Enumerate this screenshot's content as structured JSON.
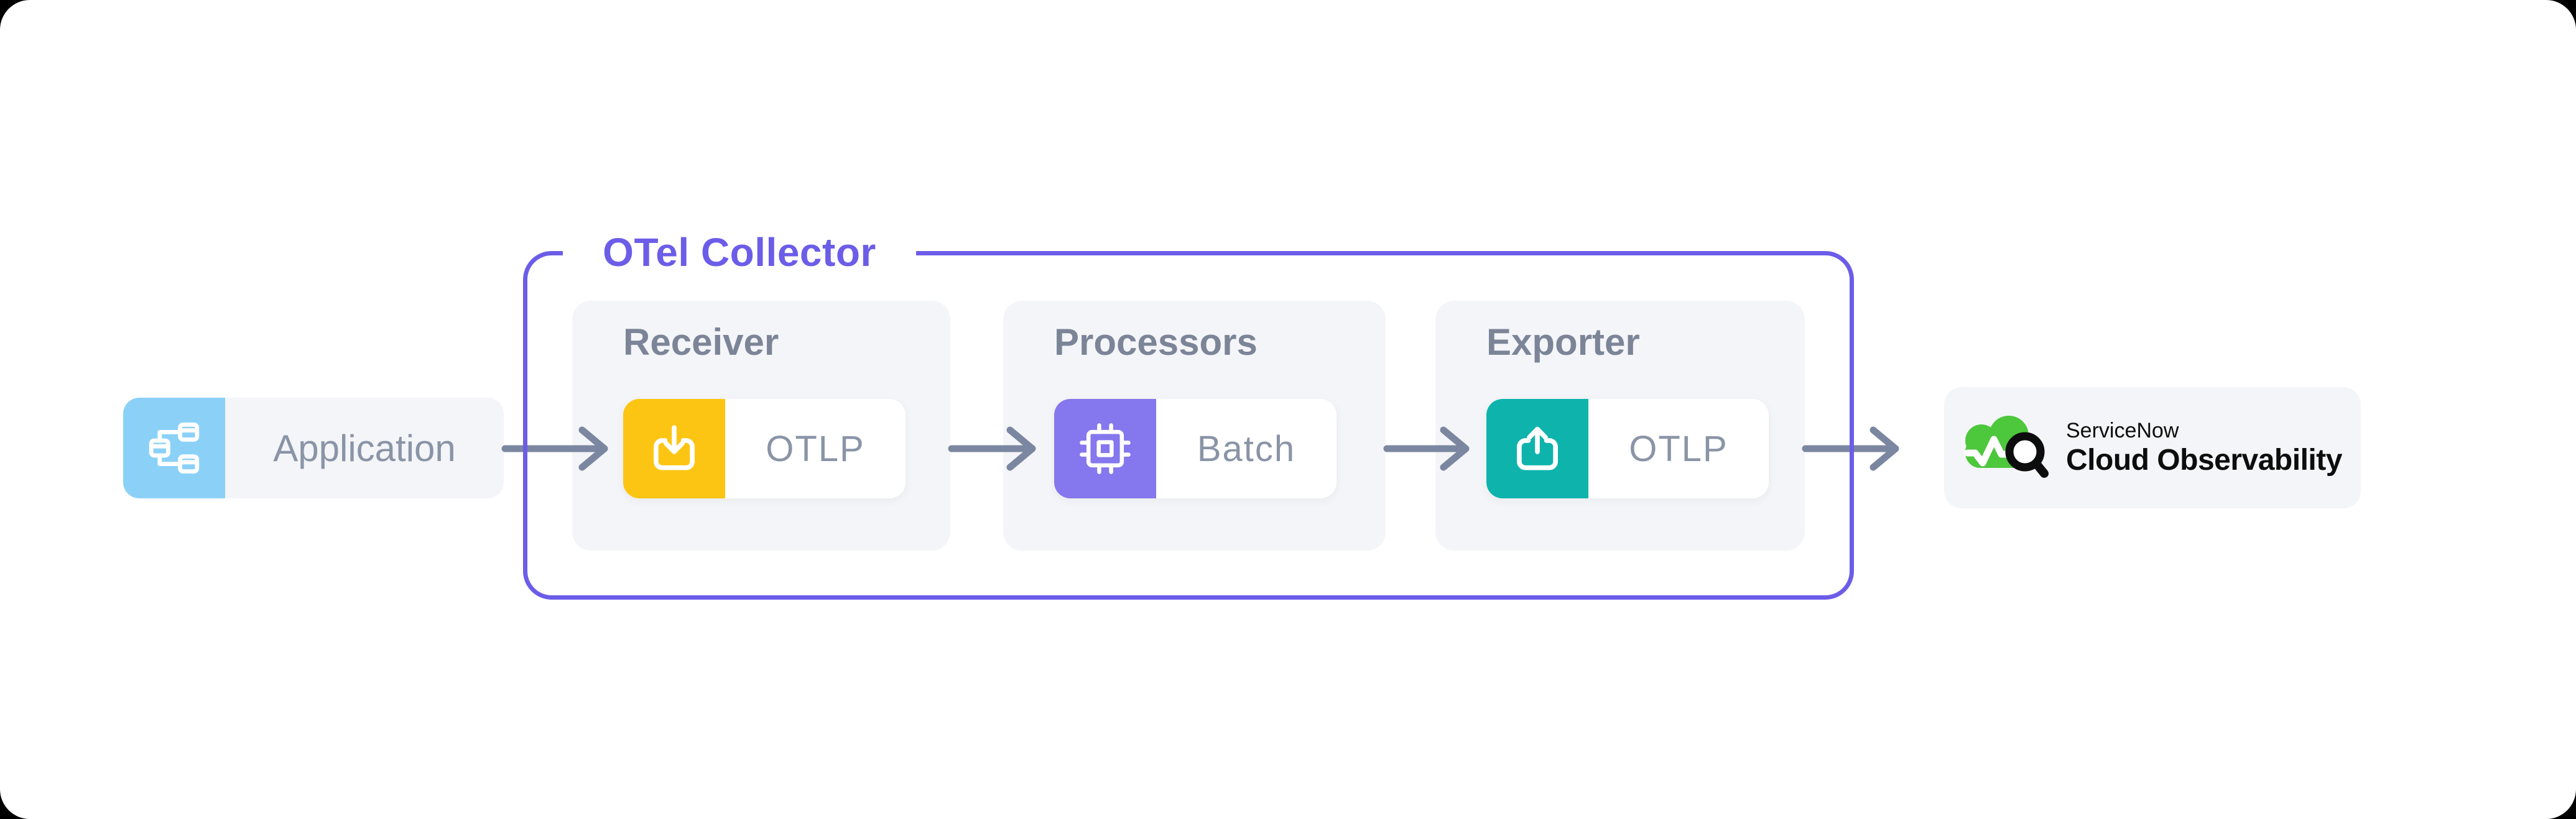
{
  "page": {
    "background": "#000000",
    "card_background": "#FFFFFF"
  },
  "source": {
    "label": "Application",
    "icon": "sitemap-icon",
    "icon_bg": "#8BD1F7"
  },
  "collector": {
    "title": "OTel Collector",
    "accent": "#6C5DE8",
    "panels": [
      {
        "title": "Receiver",
        "chip": {
          "icon": "download-icon",
          "icon_bg": "#FDC513",
          "label": "OTLP"
        }
      },
      {
        "title": "Processors",
        "chip": {
          "icon": "cpu-icon",
          "icon_bg": "#8577ED",
          "label": "Batch"
        }
      },
      {
        "title": "Exporter",
        "chip": {
          "icon": "upload-icon",
          "icon_bg": "#0EB4AC",
          "label": "OTLP"
        }
      }
    ]
  },
  "destination": {
    "brand": "ServiceNow",
    "product": "Cloud Observability",
    "logo_green": "#4DC73C",
    "logo_black": "#0D0D0D"
  },
  "styles": {
    "arrow_color": "#7B87A0",
    "panel_bg": "#F4F5F8",
    "header_color": "#7C8598",
    "label_color": "#8A94A7"
  }
}
